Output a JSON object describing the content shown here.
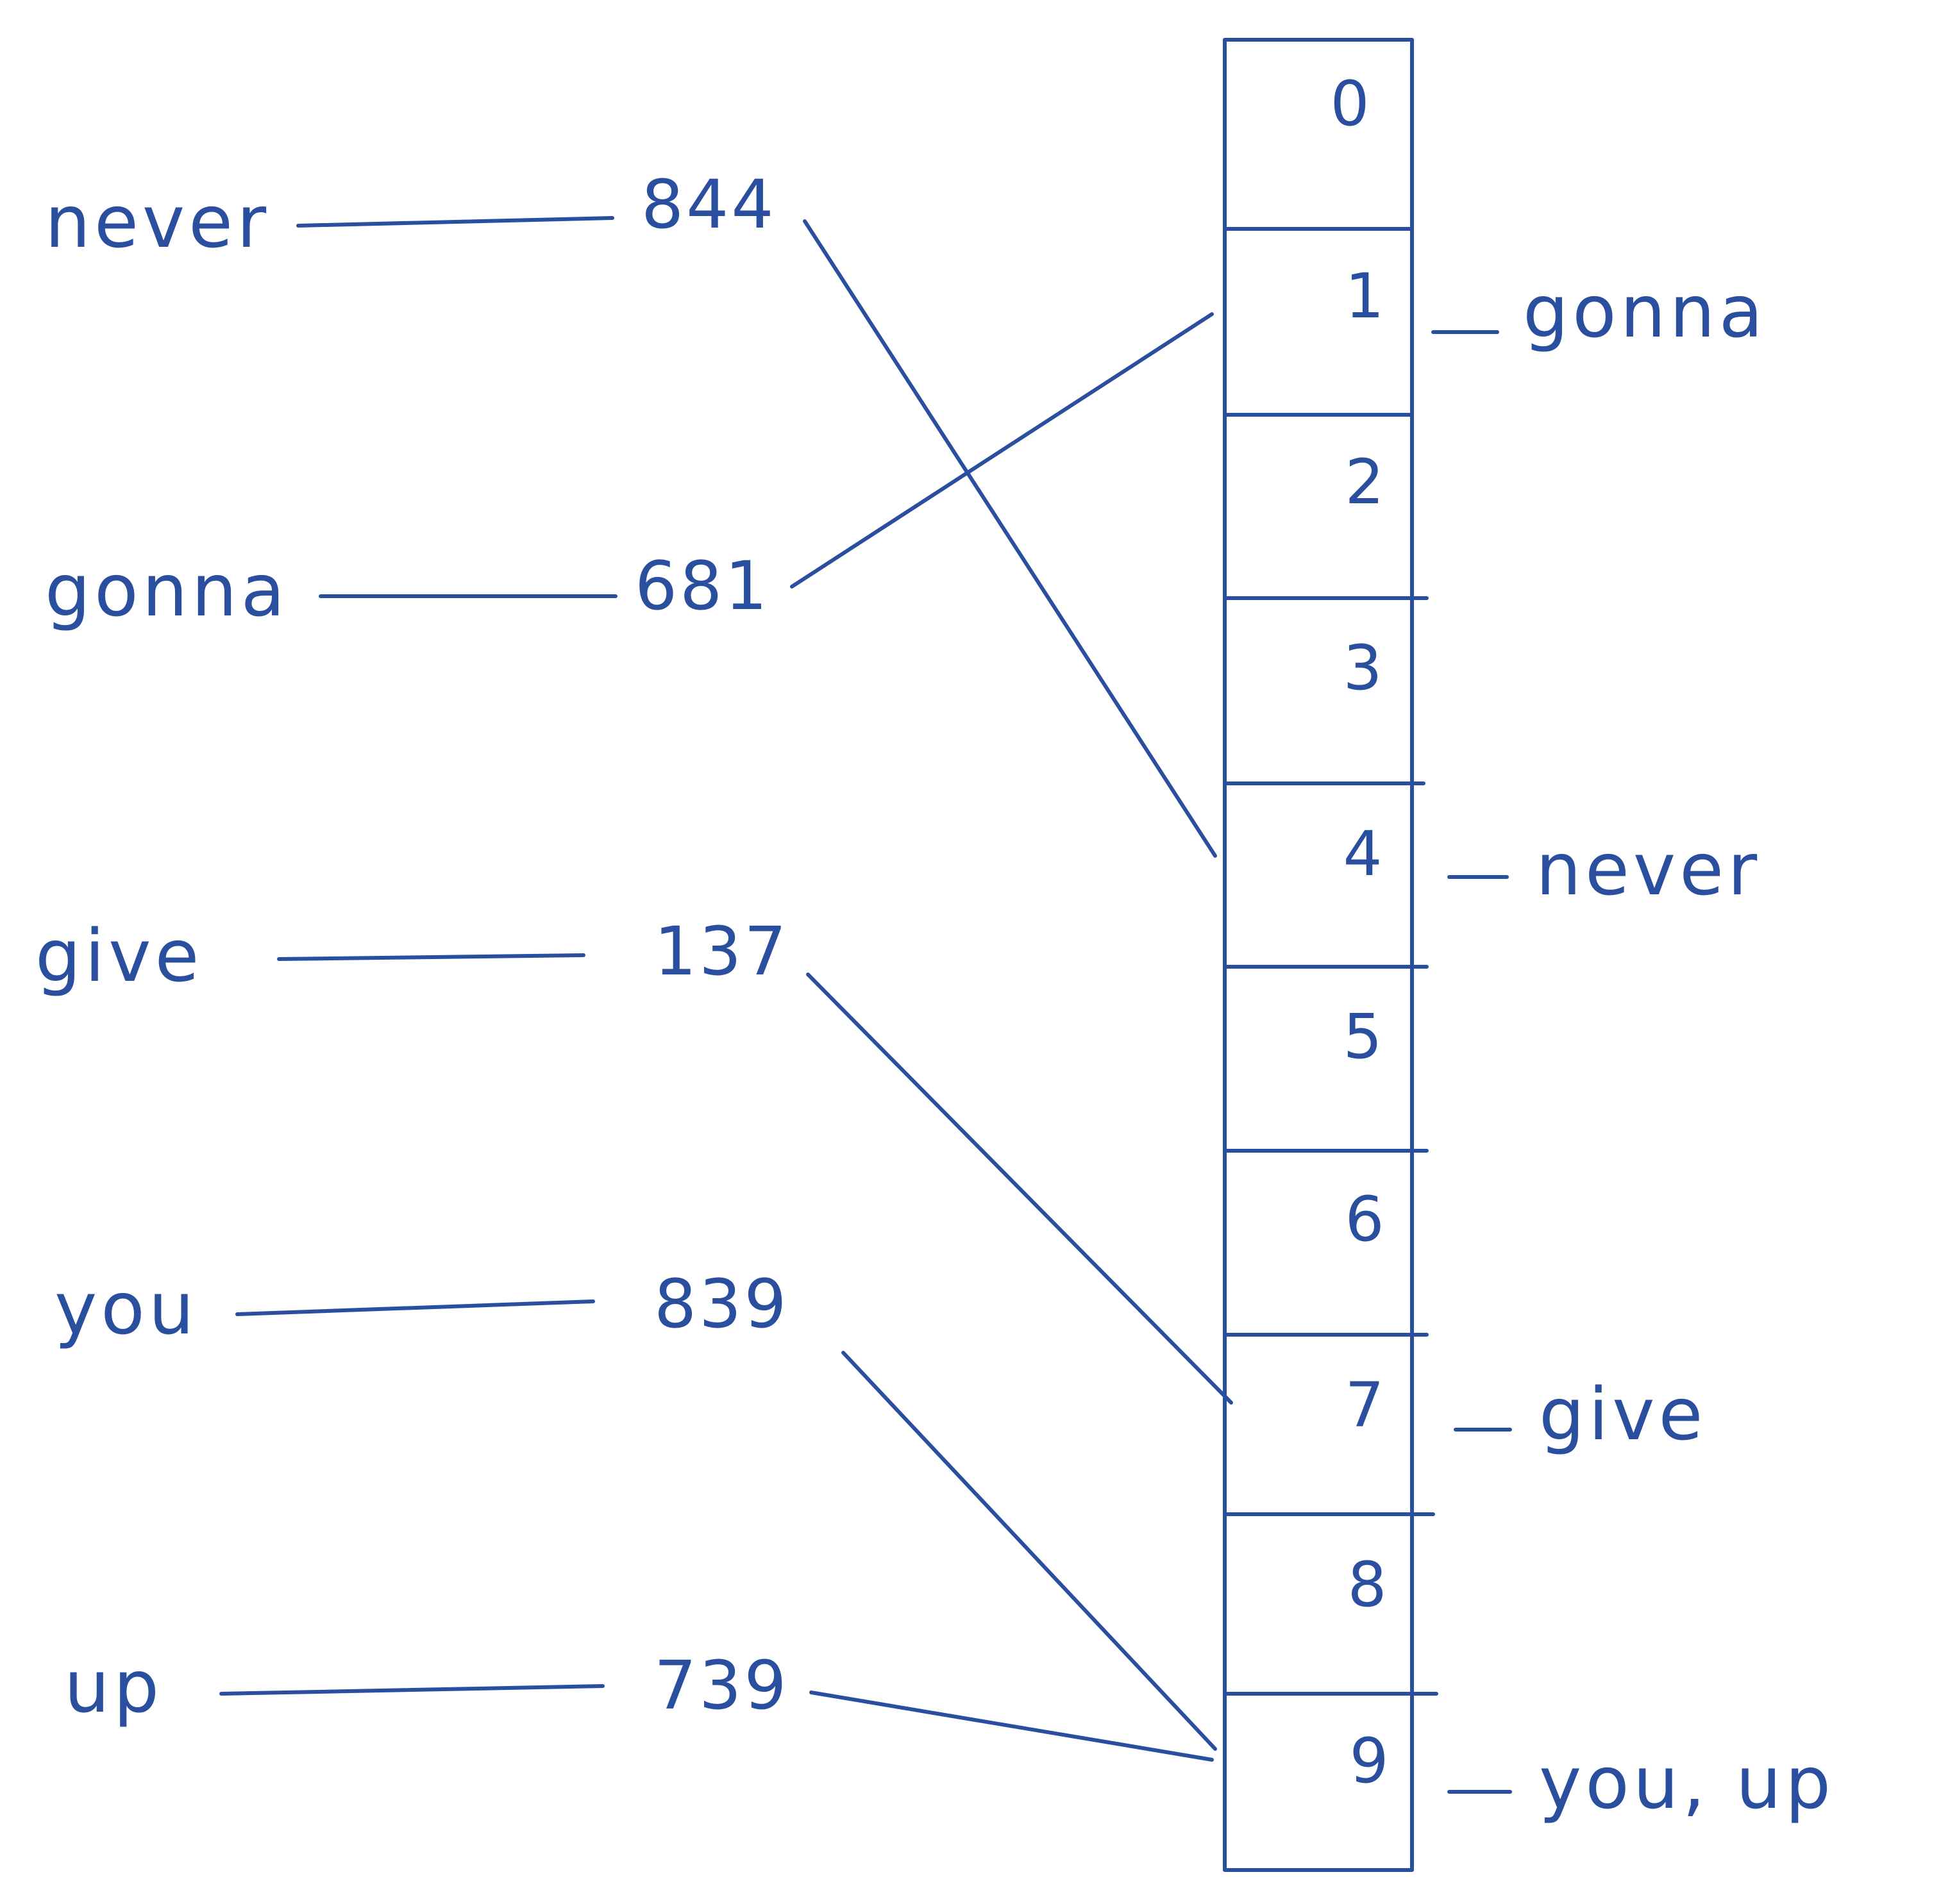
{
  "words": [
    {
      "word": "never",
      "hash": "844",
      "slot": 4
    },
    {
      "word": "gonna",
      "hash": "681",
      "slot": 1
    },
    {
      "word": "give",
      "hash": "137",
      "slot": 7
    },
    {
      "word": "you",
      "hash": "839",
      "slot": 9
    },
    {
      "word": "up",
      "hash": "739",
      "slot": 9
    }
  ],
  "table": {
    "indices": [
      "0",
      "1",
      "2",
      "3",
      "4",
      "5",
      "6",
      "7",
      "8",
      "9"
    ],
    "bucket_labels": [
      "",
      "gonna",
      "",
      "",
      "never",
      "",
      "",
      "give",
      "",
      "you, up"
    ]
  },
  "colors": {
    "ink": "#2a4f9e",
    "paper": "#ffffff"
  }
}
